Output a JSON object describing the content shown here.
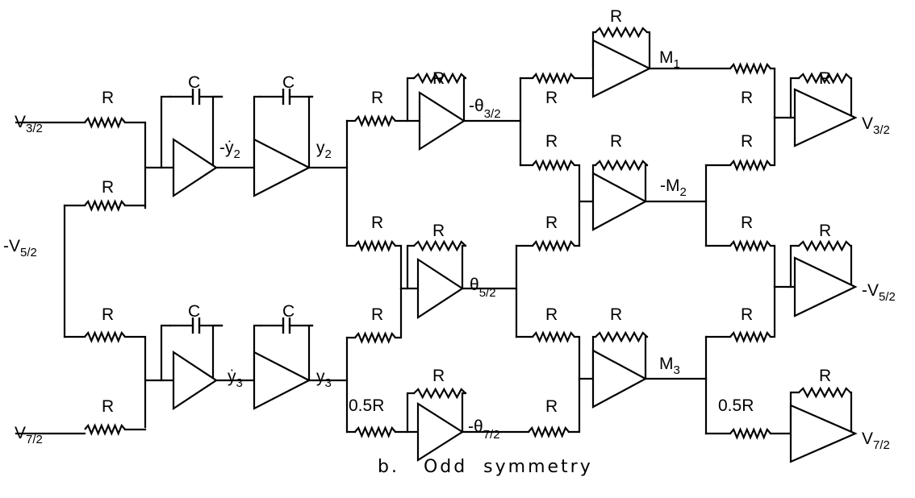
{
  "diagram": {
    "caption": "b.   Odd  symmetry",
    "component_labels": {
      "resistor": "R",
      "half_resistor": "0.5R",
      "capacitor": "C"
    },
    "inputs": [
      {
        "id": "v32",
        "main": "V",
        "sub": "3/2"
      },
      {
        "id": "v52",
        "main": "-V",
        "sub": "5/2"
      },
      {
        "id": "v72",
        "main": "V",
        "sub": "7/2"
      }
    ],
    "outputs": [
      {
        "id": "v32",
        "main": "V",
        "sub": "3/2"
      },
      {
        "id": "v52",
        "main": "-V",
        "sub": "5/2"
      },
      {
        "id": "v72",
        "main": "V",
        "sub": "7/2"
      }
    ],
    "signals": {
      "neg_ydot2": {
        "main": "-ẏ",
        "sub": "2"
      },
      "y2": {
        "main": "y",
        "sub": "2"
      },
      "ydot3": {
        "main": "ẏ",
        "sub": "3"
      },
      "y3": {
        "main": "y",
        "sub": "3"
      },
      "neg_theta32": {
        "main": "-θ",
        "sub": "3/2"
      },
      "theta52": {
        "main": "θ",
        "sub": "5/2"
      },
      "neg_theta72": {
        "main": "-θ",
        "sub": "7/2"
      },
      "m1": {
        "main": "M",
        "sub": "1"
      },
      "neg_m2": {
        "main": "-M",
        "sub": "2"
      },
      "m3": {
        "main": "M",
        "sub": "3"
      }
    }
  }
}
